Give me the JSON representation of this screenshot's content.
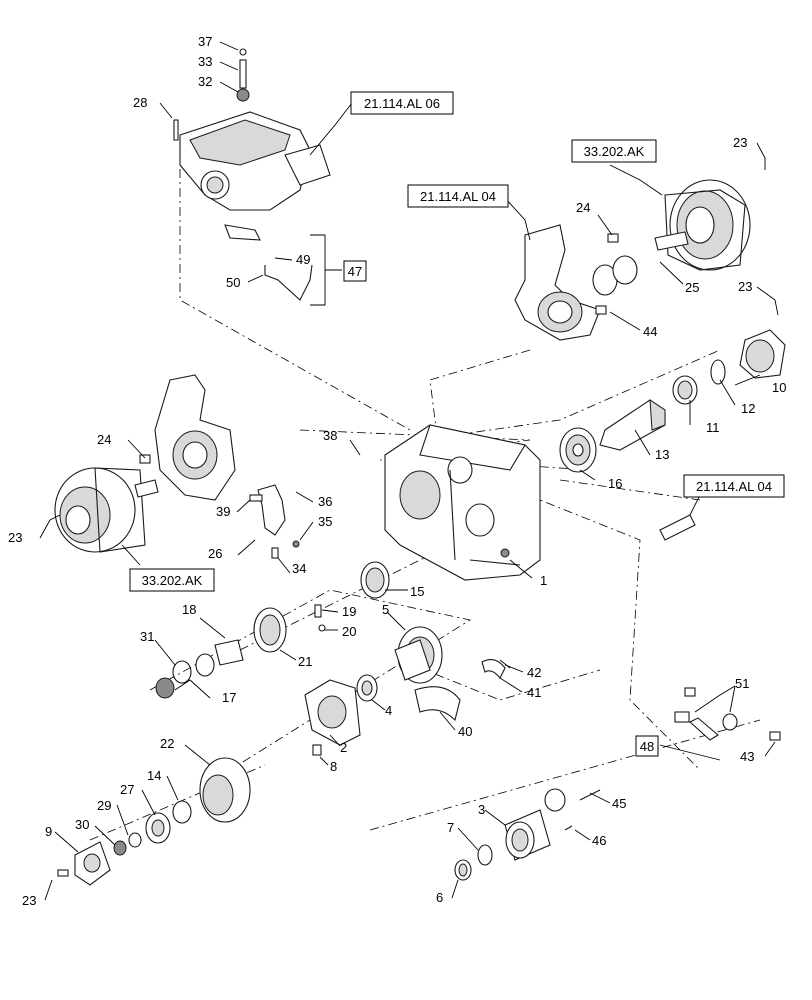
{
  "reference_boxes": {
    "ref_top": "21.114.AL 06",
    "ref_right_upper": "33.202.AK",
    "ref_center": "21.114.AL 04",
    "ref_left": "33.202.AK",
    "ref_right_mid": "21.114.AL 04"
  },
  "group_boxes": {
    "g47": "47",
    "g48": "48"
  },
  "callouts": {
    "c37": "37",
    "c33": "33",
    "c32": "32",
    "c28": "28",
    "c49": "49",
    "c50": "50",
    "c23a": "23",
    "c24a": "24",
    "c25": "25",
    "c44": "44",
    "c23b": "23",
    "c10": "10",
    "c12": "12",
    "c11": "11",
    "c13": "13",
    "c16": "16",
    "c38": "38",
    "c1": "1",
    "c15": "15",
    "c24b": "24",
    "c23c": "23",
    "c39": "39",
    "c36": "36",
    "c35": "35",
    "c26": "26",
    "c34": "34",
    "c18": "18",
    "c19": "19",
    "c20": "20",
    "c21": "21",
    "c31": "31",
    "c17": "17",
    "c5": "5",
    "c42": "42",
    "c41": "41",
    "c40": "40",
    "c4": "4",
    "c2": "2",
    "c8": "8",
    "c22": "22",
    "c14": "14",
    "c27": "27",
    "c29": "29",
    "c30": "30",
    "c9": "9",
    "c23d": "23",
    "c51": "51",
    "c43": "43",
    "c45": "45",
    "c3": "3",
    "c7": "7",
    "c46": "46",
    "c6": "6"
  }
}
